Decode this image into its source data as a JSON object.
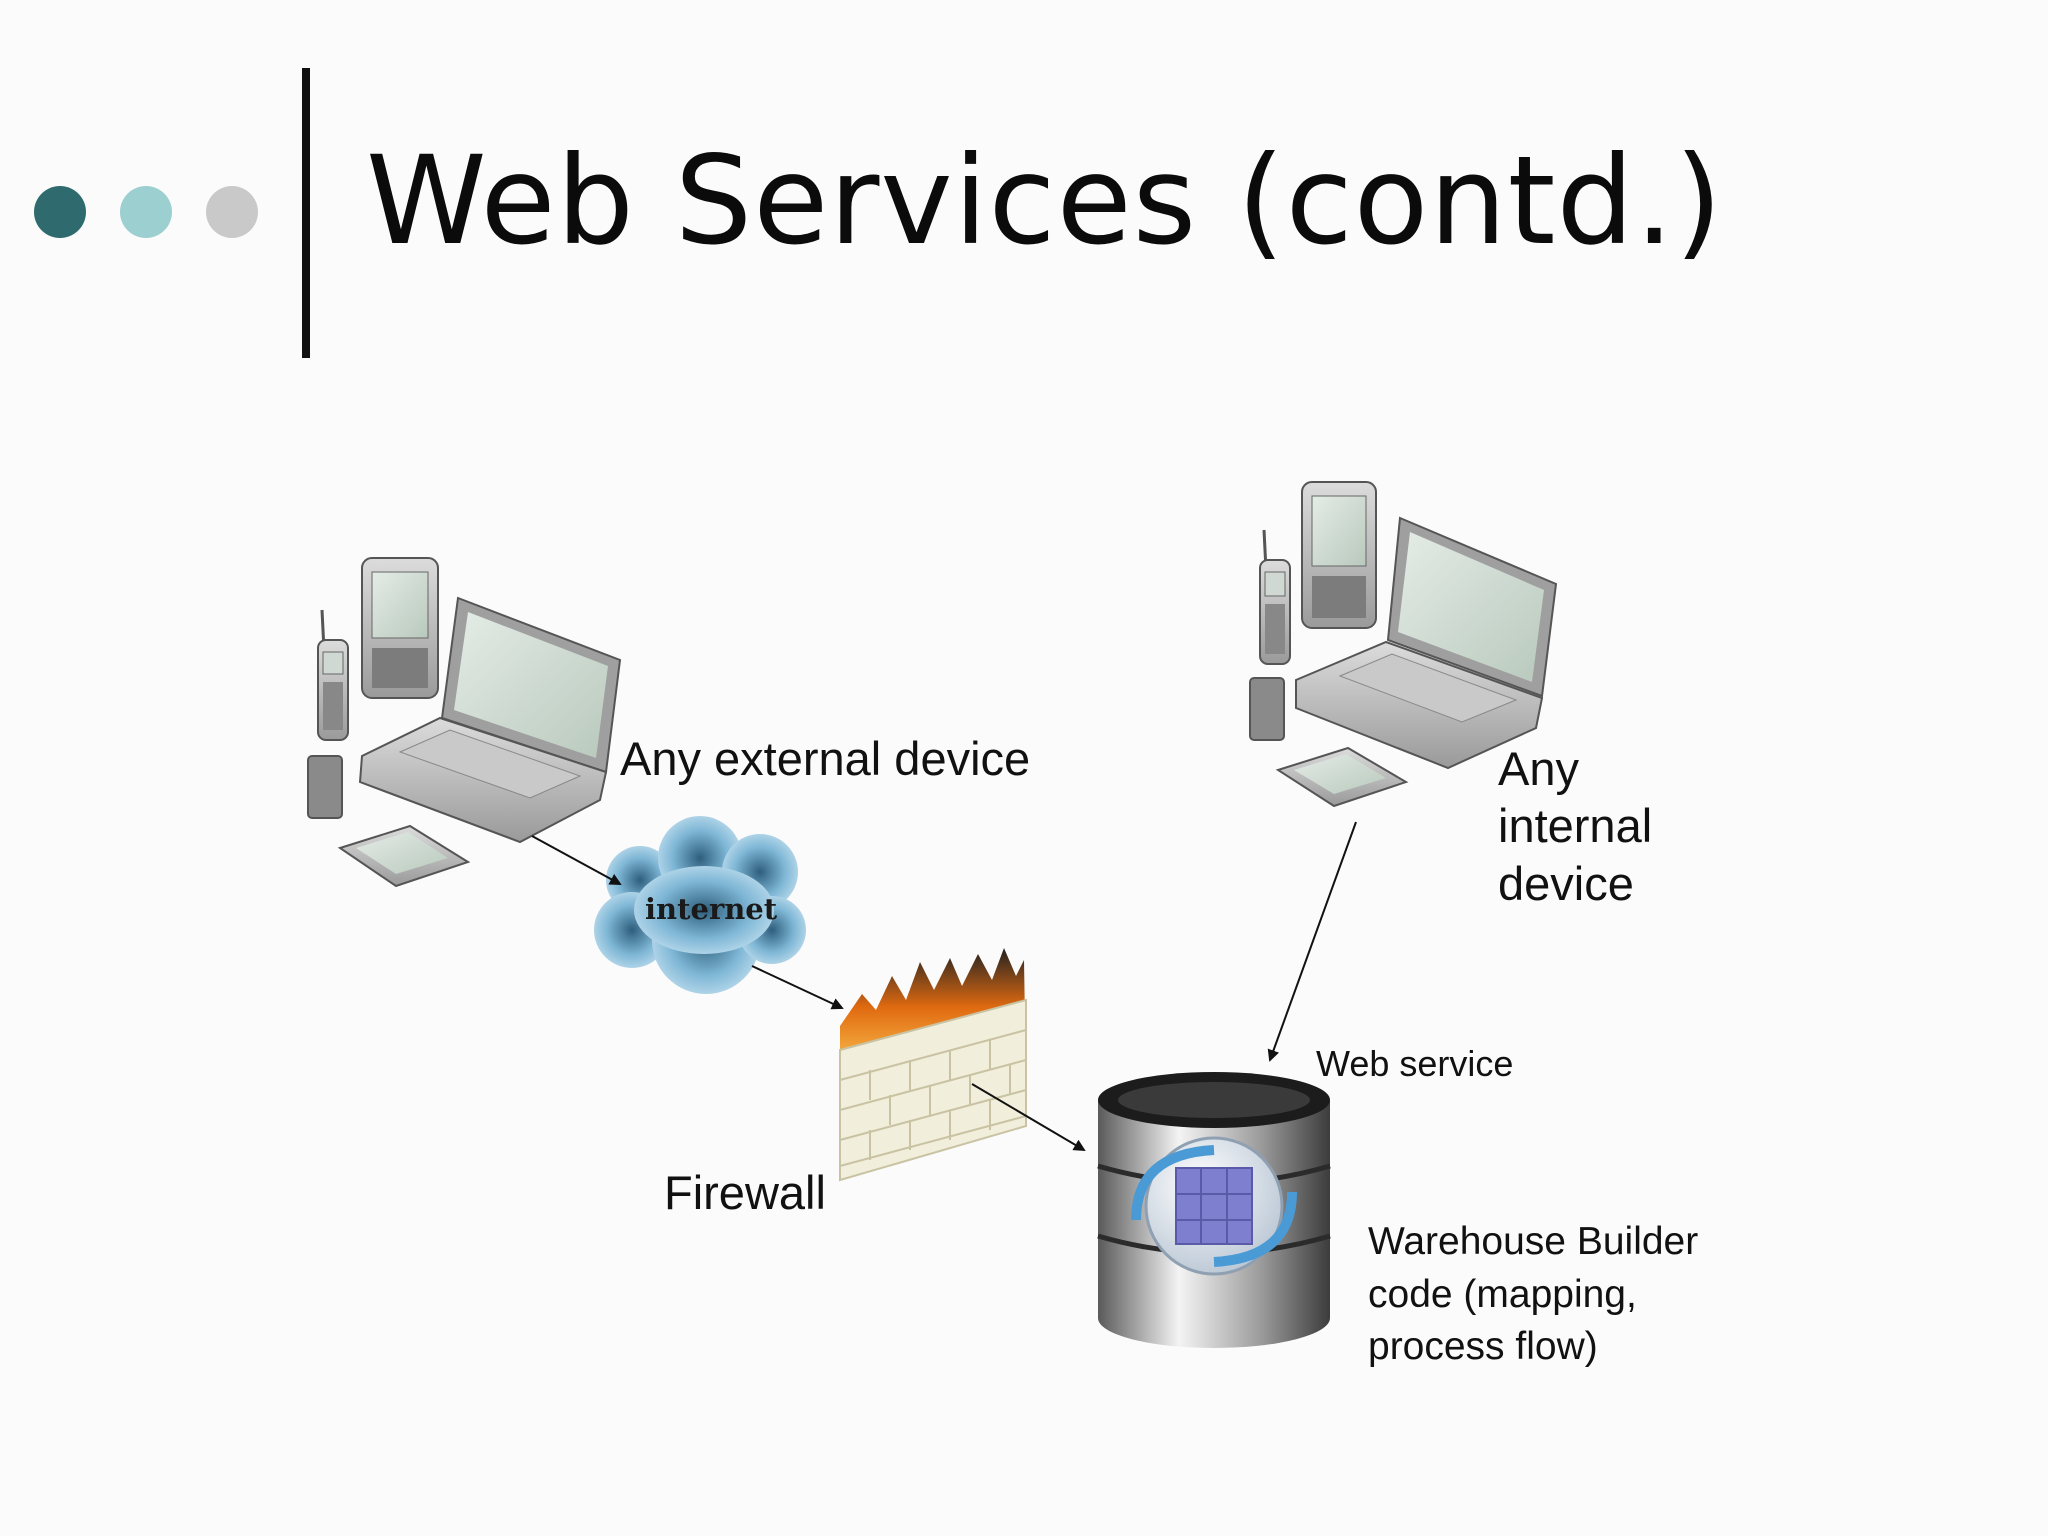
{
  "slide": {
    "title": "Web Services (contd.)",
    "bullet_colors": [
      "#2f6b6e",
      "#9ccfd0",
      "#c9c9c9"
    ]
  },
  "diagram": {
    "external_device_label": "Any external device",
    "internal_device_label": "Any\ninternal\ndevice",
    "internet_label": "internet",
    "firewall_label": "Firewall",
    "web_service_label": "Web service",
    "warehouse_label": "Warehouse Builder\ncode (mapping,\nprocess flow)",
    "icons": [
      "laptop-icon",
      "phone-icon",
      "pda-icon",
      "tablet-icon",
      "cloud-icon",
      "firewall-icon",
      "database-icon"
    ]
  }
}
